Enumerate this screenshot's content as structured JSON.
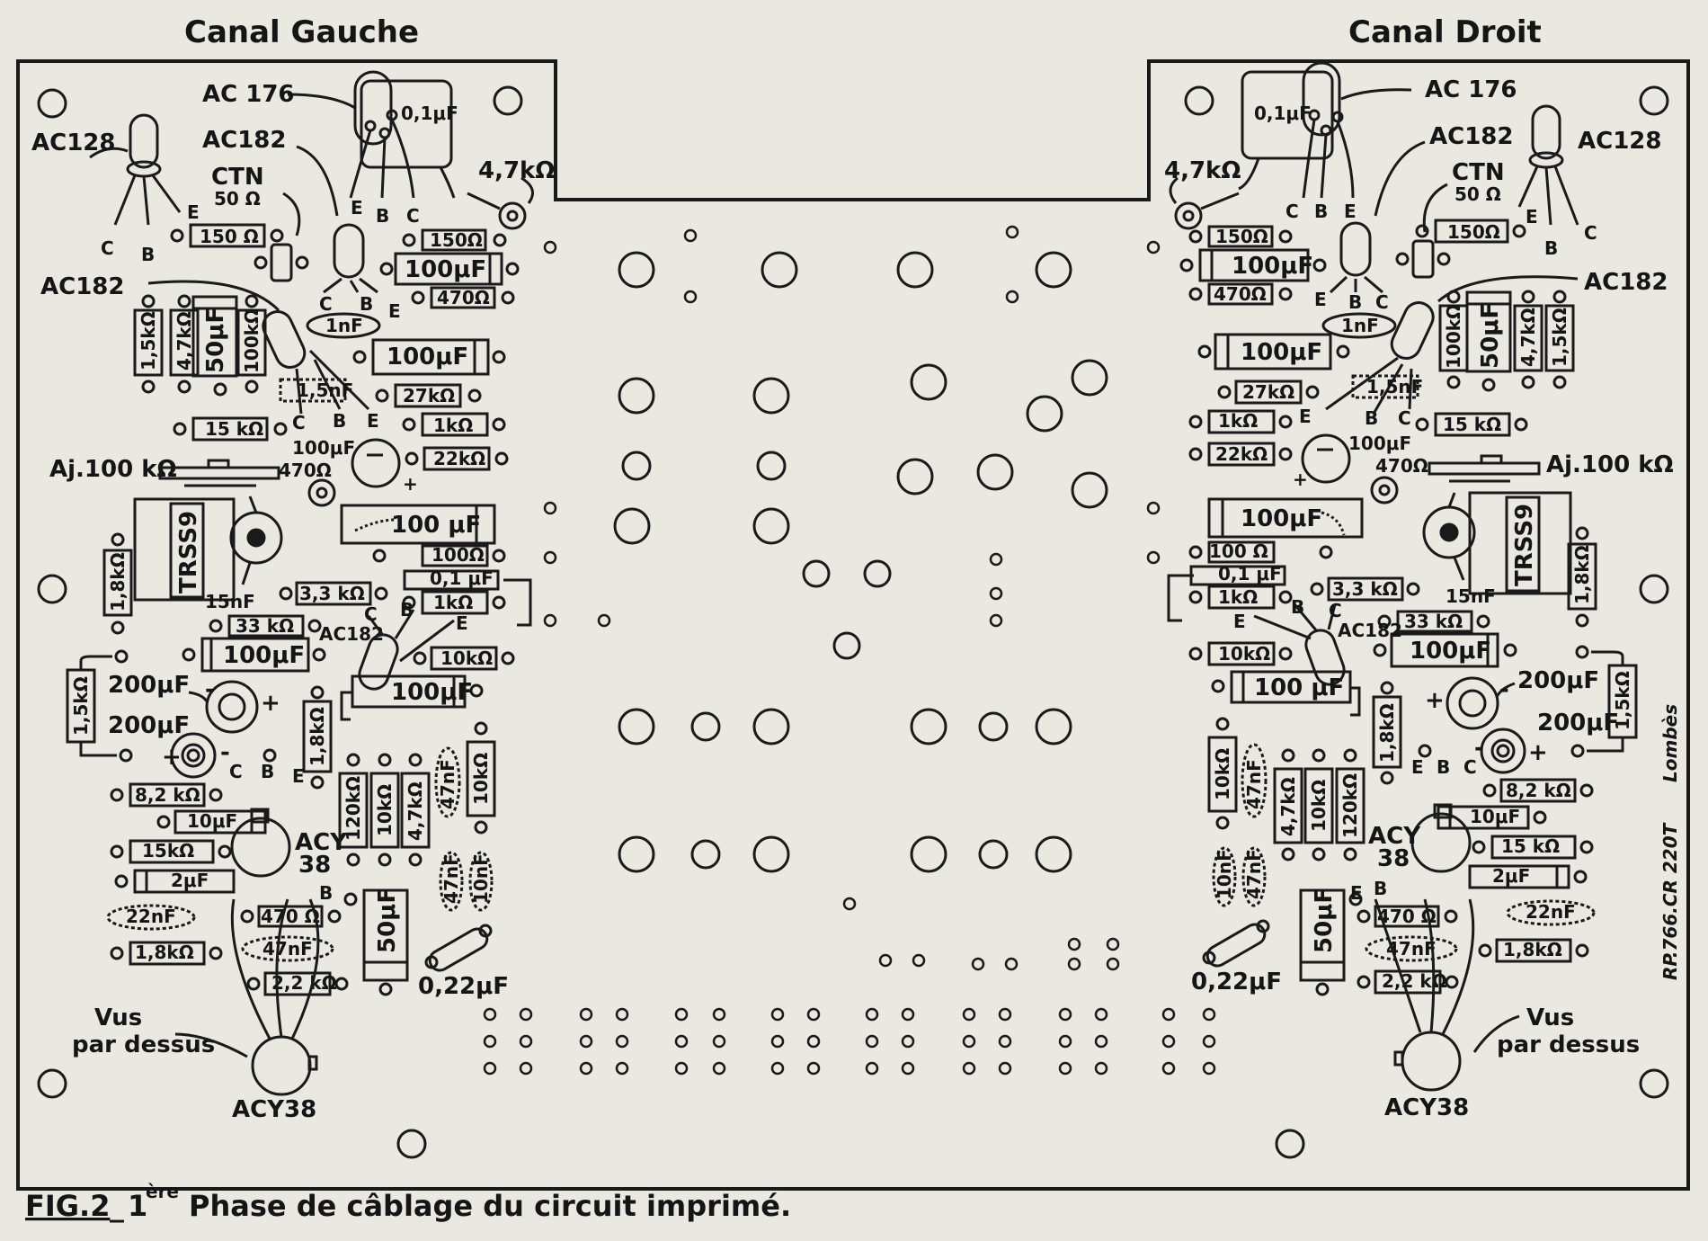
{
  "titles": {
    "left": "Canal Gauche",
    "right": "Canal Droit"
  },
  "caption": {
    "fig": "FIG.2",
    "sep": "_",
    "ordinal": "1",
    "ordinal_sup": "ère",
    "text": "Phase de câblage du circuit imprimé."
  },
  "signature": "RP.766.CR 220T",
  "signature_author": "Lombès",
  "left_channel": {
    "transistors": {
      "ac176": "AC 176",
      "ac128": "AC128",
      "ac182_a": "AC182",
      "ac182_b": "AC182",
      "ac182_c": "AC182",
      "acy38_a": "ACY\n38",
      "acy38_b": "ACY38"
    },
    "thermistor": {
      "name": "CTN",
      "value": "50 Ω"
    },
    "adjust": "Aj.100 kΩ",
    "transformer": "TRSS9",
    "view_note": "Vus\npar dessus",
    "parts": [
      {
        "key": "c01",
        "text": "0,1μF"
      },
      {
        "key": "r47k_a",
        "text": "4,7kΩ"
      },
      {
        "key": "r150_a",
        "text": "150 Ω"
      },
      {
        "key": "r150_b",
        "text": "150Ω"
      },
      {
        "key": "c100u_a",
        "text": "100μF"
      },
      {
        "key": "r470_a",
        "text": "470Ω"
      },
      {
        "key": "c1n",
        "text": "1nF"
      },
      {
        "key": "r15k",
        "text": "1,5kΩ"
      },
      {
        "key": "r47k_b",
        "text": "4,7kΩ"
      },
      {
        "key": "c50u",
        "text": "50μF"
      },
      {
        "key": "r100k",
        "text": "100kΩ"
      },
      {
        "key": "c100u_b",
        "text": "100μF"
      },
      {
        "key": "c15n",
        "text": "1,5nF"
      },
      {
        "key": "r27k",
        "text": "27kΩ"
      },
      {
        "key": "r15k2",
        "text": "15 kΩ"
      },
      {
        "key": "r1k",
        "text": "1kΩ"
      },
      {
        "key": "c100u_c",
        "text": "100μF"
      },
      {
        "key": "r470_b",
        "text": "470Ω"
      },
      {
        "key": "r22k",
        "text": "22kΩ"
      },
      {
        "key": "c100u_d",
        "text": "100 μF"
      },
      {
        "key": "r18k_a",
        "text": "1,8kΩ"
      },
      {
        "key": "r100",
        "text": "100Ω"
      },
      {
        "key": "c01_b",
        "text": "0,1 μF"
      },
      {
        "key": "r33k_a",
        "text": "3,3 kΩ"
      },
      {
        "key": "r1k_b",
        "text": "1kΩ"
      },
      {
        "key": "c15n_b",
        "text": "15nF"
      },
      {
        "key": "r33k_b",
        "text": "33 kΩ"
      },
      {
        "key": "c100u_e",
        "text": "100μF"
      },
      {
        "key": "r10k_a",
        "text": "10kΩ"
      },
      {
        "key": "c100u_f",
        "text": "100μF"
      },
      {
        "key": "r15k_c",
        "text": "1,5kΩ"
      },
      {
        "key": "c200u_a",
        "text": "200μF"
      },
      {
        "key": "c200u_b",
        "text": "200μF"
      },
      {
        "key": "r18k_b",
        "text": "1,8kΩ"
      },
      {
        "key": "r82k",
        "text": "8,2 kΩ"
      },
      {
        "key": "c10u",
        "text": "10μF"
      },
      {
        "key": "r15k_d",
        "text": "15kΩ"
      },
      {
        "key": "c2u",
        "text": "2μF"
      },
      {
        "key": "c22n",
        "text": "22nF"
      },
      {
        "key": "r18k_c",
        "text": "1,8kΩ"
      },
      {
        "key": "r120k",
        "text": "120kΩ"
      },
      {
        "key": "r10k_b",
        "text": "10kΩ"
      },
      {
        "key": "r47k_c",
        "text": "4,7kΩ"
      },
      {
        "key": "c47n_a",
        "text": "47nF"
      },
      {
        "key": "r10k_c",
        "text": "10kΩ"
      },
      {
        "key": "c47n_b",
        "text": "47nF"
      },
      {
        "key": "c10n",
        "text": "10nF"
      },
      {
        "key": "r470_c",
        "text": "470 Ω"
      },
      {
        "key": "c47n_c",
        "text": "47nF"
      },
      {
        "key": "c50u_b",
        "text": "50μF"
      },
      {
        "key": "r22k_b",
        "text": "2,2 kΩ"
      },
      {
        "key": "c022",
        "text": "0,22μF"
      }
    ]
  },
  "right_channel": {
    "transistors": {
      "ac176": "AC 176",
      "ac128": "AC128",
      "ac182_a": "AC182",
      "ac182_b": "AC182",
      "ac182_c": "AC182",
      "acy38_a": "ACY\n38",
      "acy38_b": "ACY38"
    },
    "thermistor": {
      "name": "CTN",
      "value": "50 Ω"
    },
    "adjust": "Aj.100 kΩ",
    "transformer": "TRSS9",
    "view_note": "Vus\npar dessus",
    "parts": [
      {
        "key": "c01",
        "text": "0,1μF"
      },
      {
        "key": "r47k_a",
        "text": "4,7kΩ"
      },
      {
        "key": "r150_a",
        "text": "150Ω"
      },
      {
        "key": "r150_b",
        "text": "150Ω"
      },
      {
        "key": "c100u_a",
        "text": "100μF"
      },
      {
        "key": "r470_a",
        "text": "470Ω"
      },
      {
        "key": "c1n",
        "text": "1nF"
      },
      {
        "key": "r100k",
        "text": "100kΩ"
      },
      {
        "key": "c50u",
        "text": "50μF"
      },
      {
        "key": "r47k_b",
        "text": "4,7kΩ"
      },
      {
        "key": "r15k",
        "text": "1,5kΩ"
      },
      {
        "key": "c100u_b",
        "text": "100μF"
      },
      {
        "key": "r27k",
        "text": "27kΩ"
      },
      {
        "key": "c15n",
        "text": "1,5nF"
      },
      {
        "key": "r1k",
        "text": "1kΩ"
      },
      {
        "key": "r15k2",
        "text": "15 kΩ"
      },
      {
        "key": "r22k",
        "text": "22kΩ"
      },
      {
        "key": "c100u_c",
        "text": "100μF"
      },
      {
        "key": "r470_b",
        "text": "470Ω"
      },
      {
        "key": "c100u_d",
        "text": "100μF"
      },
      {
        "key": "r100",
        "text": "100 Ω"
      },
      {
        "key": "c01_b",
        "text": "0,1 μF"
      },
      {
        "key": "r1k_b",
        "text": "1kΩ"
      },
      {
        "key": "r33k_a",
        "text": "3,3 kΩ"
      },
      {
        "key": "c15n_b",
        "text": "15nF"
      },
      {
        "key": "r18k_a",
        "text": "1,8kΩ"
      },
      {
        "key": "r33k_b",
        "text": "33 kΩ"
      },
      {
        "key": "c100u_e",
        "text": "100μF"
      },
      {
        "key": "r10k_a",
        "text": "10kΩ"
      },
      {
        "key": "c100u_f",
        "text": "100 μF"
      },
      {
        "key": "c200u_a",
        "text": "200μF"
      },
      {
        "key": "r15k_c",
        "text": "1,5kΩ"
      },
      {
        "key": "c200u_b",
        "text": "200μF"
      },
      {
        "key": "r18k_b",
        "text": "1,8kΩ"
      },
      {
        "key": "r10k_b",
        "text": "10kΩ"
      },
      {
        "key": "c47n_a",
        "text": "47nF"
      },
      {
        "key": "r47k_c",
        "text": "4,7kΩ"
      },
      {
        "key": "r10k_c",
        "text": "10kΩ"
      },
      {
        "key": "r120k",
        "text": "120kΩ"
      },
      {
        "key": "r82k",
        "text": "8,2 kΩ"
      },
      {
        "key": "c10u",
        "text": "10μF"
      },
      {
        "key": "r15k_d",
        "text": "15 kΩ"
      },
      {
        "key": "c2u",
        "text": "2μF"
      },
      {
        "key": "c10n",
        "text": "10nF"
      },
      {
        "key": "c47n_b",
        "text": "47nF"
      },
      {
        "key": "c50u_b",
        "text": "50μF"
      },
      {
        "key": "r470_c",
        "text": "470 Ω"
      },
      {
        "key": "c22n",
        "text": "22nF"
      },
      {
        "key": "c47n_c",
        "text": "47nF"
      },
      {
        "key": "r18k_c",
        "text": "1,8kΩ"
      },
      {
        "key": "c022",
        "text": "0,22μF"
      },
      {
        "key": "r22k_b",
        "text": "2,2 kΩ"
      }
    ]
  },
  "pin_letters": [
    "E",
    "B",
    "C"
  ]
}
